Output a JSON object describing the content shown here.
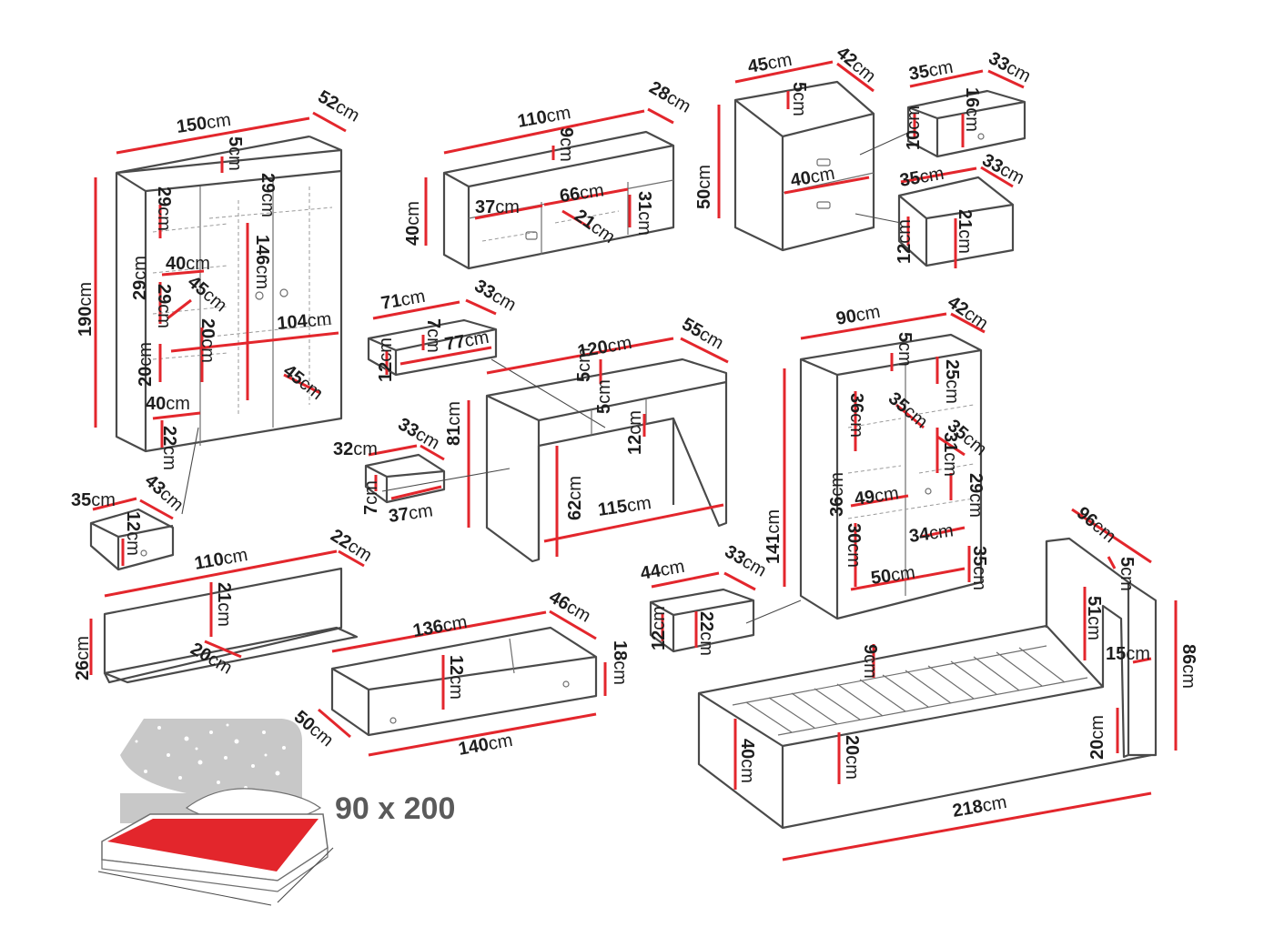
{
  "colors": {
    "dimension_line": "#e3262c",
    "outline": "#4a4a4a",
    "headboard": "#c8c8c8",
    "mattress": "#e3262c"
  },
  "unit": "cm",
  "dims": {
    "wardrobe_width": "150",
    "wardrobe_depth": "52",
    "wardrobe_height": "190",
    "wardrobe_top": "5",
    "wardrobe_shelf_29a": "29",
    "wardrobe_shelf_29b": "29",
    "wardrobe_shelf_29c": "29",
    "wardrobe_shelf_29d": "29",
    "wardrobe_shelf_40a": "40",
    "wardrobe_shelf_45a": "45",
    "wardrobe_146": "146",
    "wardrobe_104": "104",
    "wardrobe_20a": "20",
    "wardrobe_20b": "20",
    "wardrobe_45b": "45",
    "wardrobe_40b": "40",
    "wardrobe_22": "22",
    "drawer_a_35": "35",
    "drawer_a_43": "43",
    "drawer_a_12": "12",
    "tv_width": "110",
    "tv_depth": "28",
    "tv_height": "40",
    "tv_top": "9",
    "tv_37": "37",
    "tv_66": "66",
    "tv_21": "21",
    "tv_31": "31",
    "night_width": "45",
    "night_depth": "42",
    "night_height": "50",
    "night_top": "5",
    "night_40": "40",
    "nd1_35": "35",
    "nd1_33": "33",
    "nd1_10": "10",
    "nd1_16": "16",
    "nd2_35": "35",
    "nd2_33": "33",
    "nd2_12": "12",
    "nd2_21": "21",
    "dd_71": "71",
    "dd_33": "33",
    "dd_7": "7",
    "dd_77": "77",
    "dd_12": "12",
    "desk_width": "120",
    "desk_depth": "55",
    "desk_height": "81",
    "desk_5a": "5",
    "desk_5b": "5",
    "desk_12": "12",
    "desk_62": "62",
    "desk_115": "115",
    "sd_32": "32",
    "sd_33": "33",
    "sd_7": "7",
    "sd_37": "37",
    "cab_width": "90",
    "cab_depth": "42",
    "cab_height": "141",
    "cab_top": "5",
    "cab_25": "25",
    "cab_36a": "36",
    "cab_35a": "35",
    "cab_35b": "35",
    "cab_31": "31",
    "cab_36b": "36",
    "cab_49": "49",
    "cab_29": "29",
    "cab_30": "30",
    "cab_34": "34",
    "cab_35c": "35",
    "cab_50": "50",
    "cd_44": "44",
    "cd_33": "33",
    "cd_12": "12",
    "cd_22": "22",
    "shelf_width": "110",
    "shelf_depth": "22",
    "shelf_height": "26",
    "shelf_21": "21",
    "shelf_20": "20",
    "ud_136": "136",
    "ud_46": "46",
    "ud_12": "12",
    "ud_18": "18",
    "ud_50": "50",
    "ud_140": "140",
    "bed_96": "96",
    "bed_5": "5",
    "bed_51": "51",
    "bed_15": "15",
    "bed_86": "86",
    "bed_9": "9",
    "bed_40": "40",
    "bed_20a": "20",
    "bed_20b": "20",
    "bed_218": "218"
  },
  "mattress_size": "90 x 200"
}
